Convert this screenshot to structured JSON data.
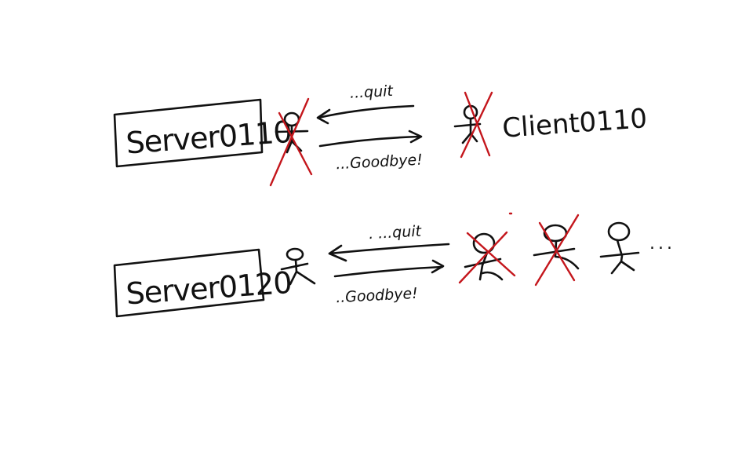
{
  "diagram": {
    "background": "#ffffff",
    "ink_color": "#111111",
    "cross_color": "#c4161c",
    "rows": [
      {
        "server": {
          "label": "Server0110"
        },
        "server_person": {
          "crossed_out": true
        },
        "message_in": {
          "label": "...quit",
          "direction": "to-server"
        },
        "message_out": {
          "label": "...Goodbye!",
          "direction": "to-client"
        },
        "clients": [
          {
            "label": "Client0110",
            "crossed_out": true
          }
        ]
      },
      {
        "server": {
          "label": "Server0120"
        },
        "server_person": {
          "crossed_out": false
        },
        "message_in": {
          "label": ". ...quit",
          "direction": "to-server"
        },
        "message_out": {
          "label": "..Goodbye!",
          "direction": "to-client"
        },
        "clients": [
          {
            "crossed_out": true
          },
          {
            "crossed_out": true
          },
          {
            "crossed_out": false
          }
        ],
        "more_indicator": "..."
      }
    ]
  }
}
